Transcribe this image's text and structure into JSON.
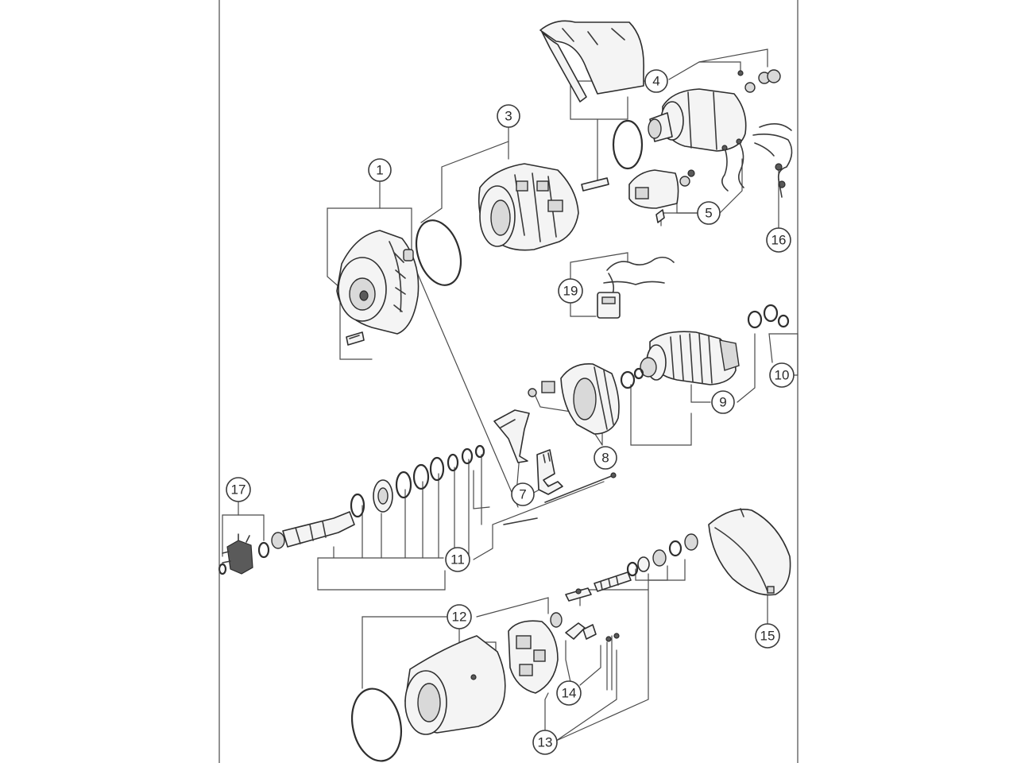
{
  "diagram": {
    "callouts": [
      {
        "id": "1",
        "label": "1"
      },
      {
        "id": "3",
        "label": "3"
      },
      {
        "id": "4",
        "label": "4"
      },
      {
        "id": "5",
        "label": "5"
      },
      {
        "id": "7",
        "label": "7"
      },
      {
        "id": "8",
        "label": "8"
      },
      {
        "id": "9",
        "label": "9"
      },
      {
        "id": "10",
        "label": "10"
      },
      {
        "id": "11",
        "label": "11"
      },
      {
        "id": "12",
        "label": "12"
      },
      {
        "id": "13",
        "label": "13"
      },
      {
        "id": "14",
        "label": "14"
      },
      {
        "id": "15",
        "label": "15"
      },
      {
        "id": "16",
        "label": "16"
      },
      {
        "id": "17",
        "label": "17"
      },
      {
        "id": "19",
        "label": "19"
      }
    ]
  }
}
